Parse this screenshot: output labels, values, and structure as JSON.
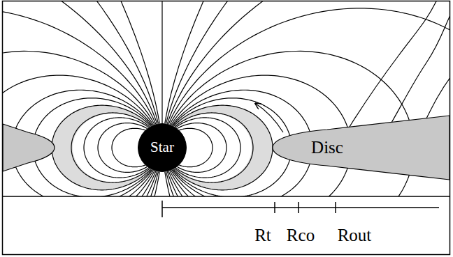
{
  "diagram": {
    "nodes": [
      {
        "text": [
          "Star"
        ]
      },
      {
        "text": [
          "Disc"
        ]
      }
    ],
    "labels": [
      "Rt",
      "Rco",
      "Rout"
    ]
  }
}
